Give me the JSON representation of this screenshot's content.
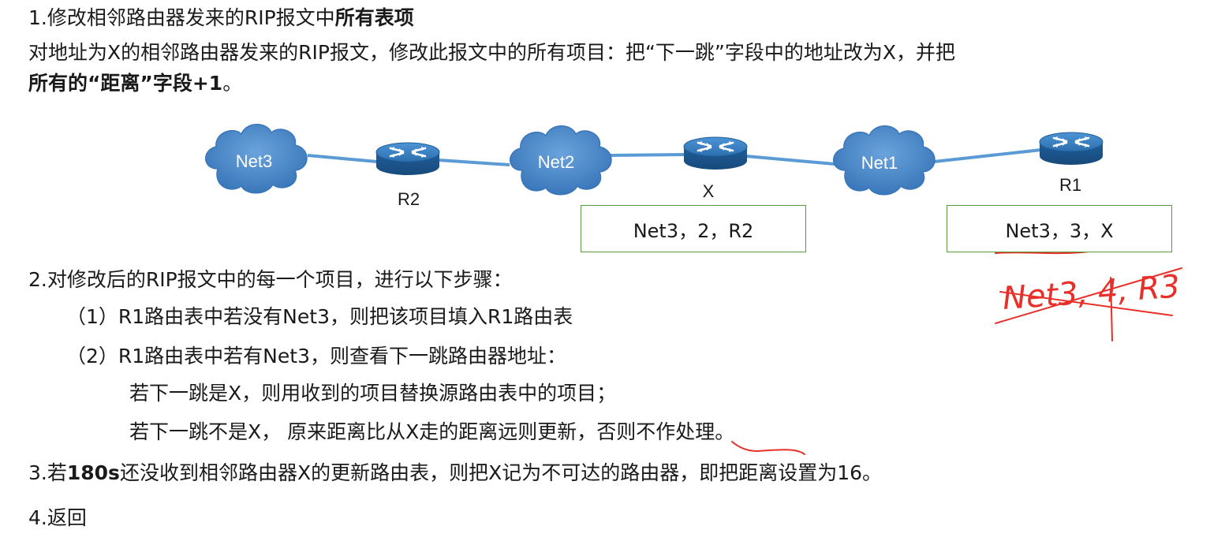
{
  "step1": {
    "title_prefix": "1.修改相邻路由器发来的RIP报文中",
    "title_bold": "所有表项",
    "desc_line1": "对地址为X的相邻路由器发来的RIP报文，修改此报文中的所有项目：把“下一跳”字段中的地址改为X，并把",
    "desc_bold": "所有的“距离”字段+1",
    "desc_end": "。"
  },
  "diagram": {
    "nets": [
      "Net3",
      "Net2",
      "Net1"
    ],
    "routers": [
      "R2",
      "X",
      "R1"
    ],
    "box_left": "Net3，2，R2",
    "box_right": "Net3，3，X",
    "handwritten": "Net3, 4, R3"
  },
  "step2": {
    "title": "2.对修改后的RIP报文中的每一个项目，进行以下步骤：",
    "item1": "（1）R1路由表中若没有Net3，则把该项目填入R1路由表",
    "item2": "（2）R1路由表中若有Net3，则查看下一跳路由器地址：",
    "sub1": "若下一跳是X，则用收到的项目替换源路由表中的项目；",
    "sub2": "若下一跳不是X， 原来距离比从X走的距离远则更新，否则不作处理。"
  },
  "step3": {
    "prefix": "3.若",
    "bold": "180s",
    "rest": "还没收到相邻路由器X的更新路由表，则把X记为不可达的路由器，即把距离设置为16。"
  },
  "step4": {
    "text": "4.返回"
  },
  "colors": {
    "cloud": "#4a86c8",
    "router": "#2a6fb0",
    "link": "#5b9bd5",
    "box_border": "#5a9a3c",
    "annotation": "#e8302a"
  }
}
